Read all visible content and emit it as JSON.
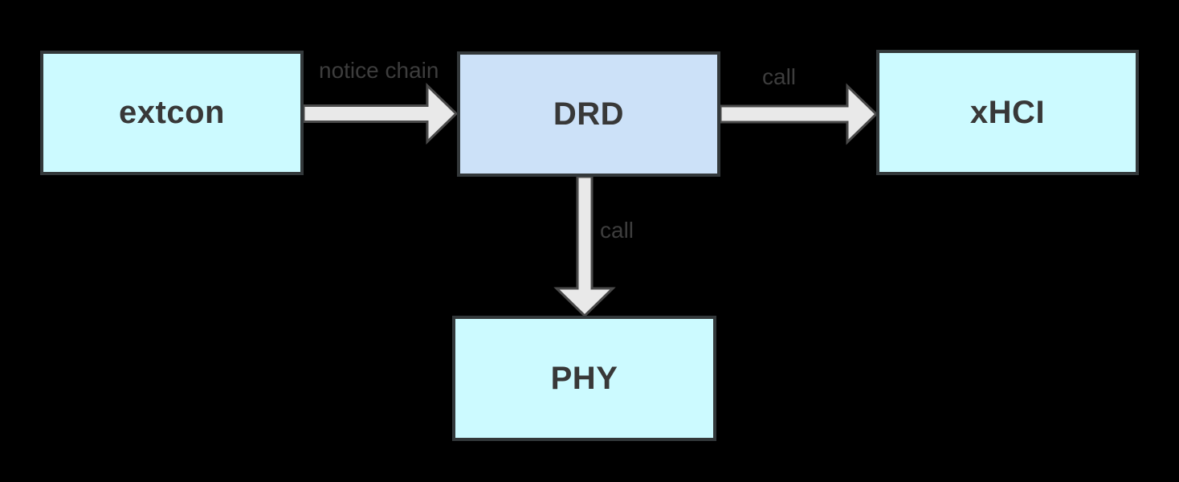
{
  "diagram": {
    "nodes": [
      {
        "id": "extcon",
        "label": "extcon",
        "fill": "#ccfaff"
      },
      {
        "id": "drd",
        "label": "DRD",
        "fill": "#cce1f8"
      },
      {
        "id": "xhci",
        "label": "xHCI",
        "fill": "#ccfaff"
      },
      {
        "id": "phy",
        "label": "PHY",
        "fill": "#ccfaff"
      }
    ],
    "edges": [
      {
        "from": "extcon",
        "to": "drd",
        "label": "notice chain"
      },
      {
        "from": "drd",
        "to": "xhci",
        "label": "call"
      },
      {
        "from": "drd",
        "to": "phy",
        "label": "call"
      }
    ],
    "colors": {
      "background": "#000000",
      "node_border": "#33383a",
      "node_text": "#383838",
      "node_fill_cyan": "#ccfaff",
      "node_fill_blue": "#cce1f8",
      "arrow_fill": "#e9e9e9",
      "arrow_stroke": "#4a4a4a",
      "edge_label_text": "#3d3d3d"
    }
  }
}
